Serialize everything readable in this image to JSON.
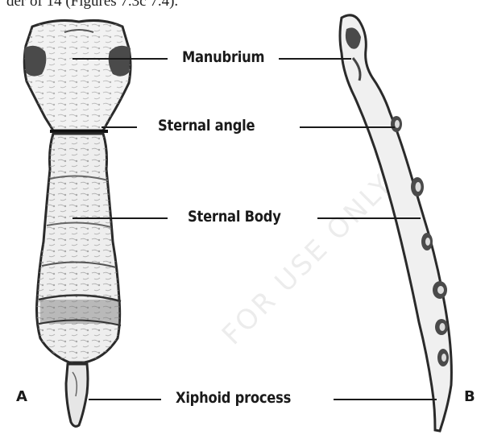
{
  "caption": "der of 14 (Figures 7.3c 7.4).",
  "labels": {
    "manubrium": "Manubrium",
    "sternal_angle": "Sternal angle",
    "sternal_body": "Sternal Body",
    "xiphoid_process": "Xiphoid process"
  },
  "panels": {
    "a": "A",
    "b": "B"
  },
  "watermark": "FOR USE ONLY"
}
